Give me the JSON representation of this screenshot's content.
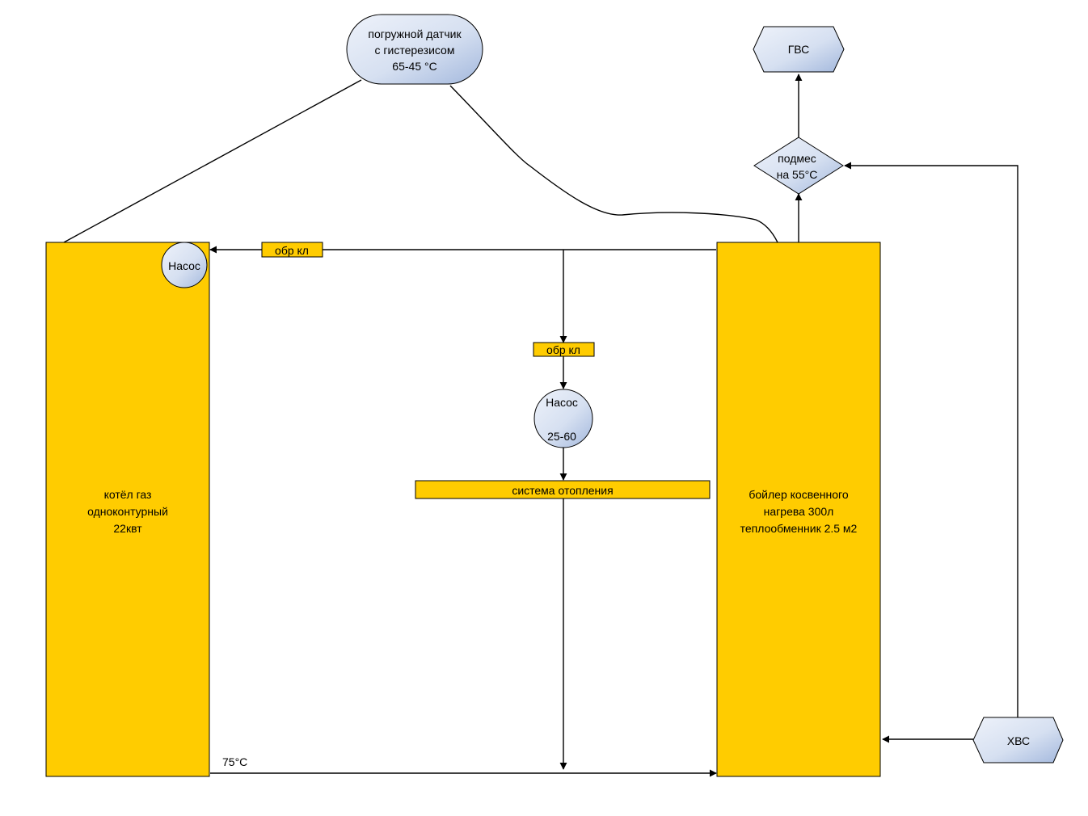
{
  "diagram": {
    "sensor": {
      "lines": [
        "погружной датчик",
        "с гистерезисом",
        "65-45 °C"
      ]
    },
    "gvs": {
      "label": "ГВС"
    },
    "mixer": {
      "lines": [
        "подмес",
        "на 55°С"
      ]
    },
    "boiler_gas": {
      "lines": [
        "котёл газ",
        "одноконтурный",
        "22квт"
      ]
    },
    "pump_boiler": {
      "label": "Насос"
    },
    "check_valve_top": {
      "label": "обр кл"
    },
    "check_valve_mid": {
      "label": "обр кл"
    },
    "pump_heating": {
      "lines": [
        "Насос",
        "25-60"
      ]
    },
    "heating_system": {
      "label": "система отопления"
    },
    "indirect_boiler": {
      "lines": [
        "бойлер косвенного",
        "нагрева 300л",
        "теплообменник 2.5 м2"
      ]
    },
    "hvs": {
      "label": "ХВС"
    },
    "supply_temp": {
      "label": "75°С"
    }
  },
  "colors": {
    "yellow": "#FFCC00",
    "node_light": "#E3EAF6",
    "node_dark": "#AFC2E2",
    "stroke": "#000000"
  }
}
